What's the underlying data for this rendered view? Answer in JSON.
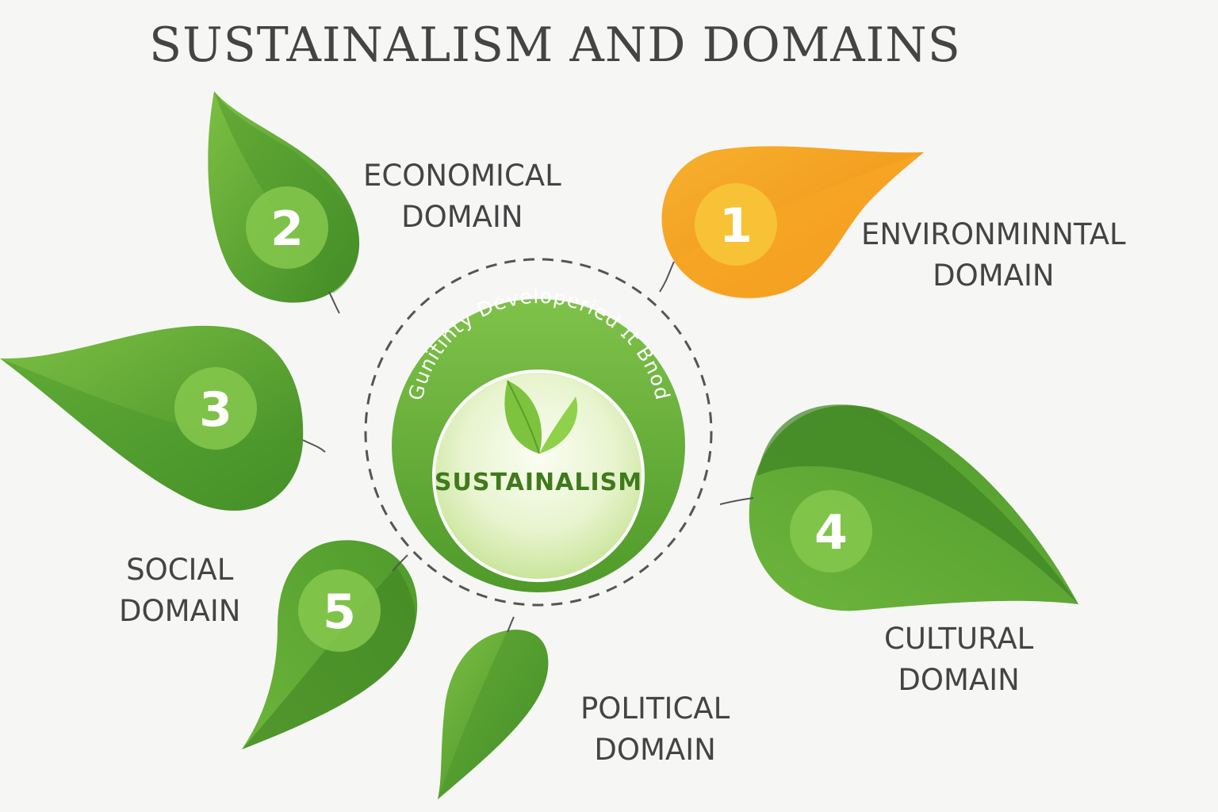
{
  "title": "SUSTAINALISM AND DOMAINS",
  "center": {
    "label": "SUSTAINALISM",
    "ring_text": "Gunitinty Developeried ɪt Bnod"
  },
  "domains": [
    {
      "number": "1",
      "line1": "ENVIRONMINNTAL",
      "line2": "DOMAIN",
      "color": "#f59e1c"
    },
    {
      "number": "2",
      "line1": "ECONOMICAL",
      "line2": "DOMAIN",
      "color": "#5fa534"
    },
    {
      "number": "3",
      "line1": "SOCIAL",
      "line2": "DOMAIN",
      "color": "#5fa534"
    },
    {
      "number": "4",
      "line1": "CULTURAL",
      "line2": "DOMAIN",
      "color": "#5fa534"
    },
    {
      "number": "5",
      "line1": "POLITICAL",
      "line2": "DOMAIN",
      "color": "#4b8f2a"
    }
  ],
  "colors": {
    "leaf_green": "#5fa534",
    "leaf_dark": "#3f7f22",
    "leaf_orange": "#f59e1c",
    "text": "#444444"
  }
}
